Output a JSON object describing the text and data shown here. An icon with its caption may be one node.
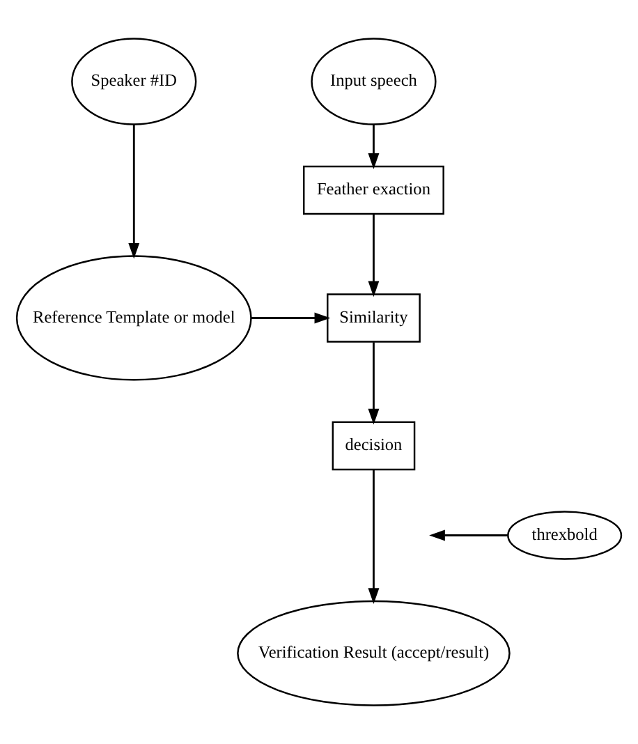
{
  "diagram": {
    "nodes": [
      {
        "text": [
          "Input speech"
        ]
      },
      {
        "text": [
          "Speaker #ID"
        ]
      },
      {
        "text": [
          "Feather exaction"
        ]
      },
      {
        "text": [
          "Reference Template or model"
        ]
      },
      {
        "text": [
          "Similarity"
        ]
      },
      {
        "text": [
          "decision"
        ]
      },
      {
        "text": [
          "threxbold"
        ]
      },
      {
        "text": [
          "Verification Result (accept/result)"
        ]
      }
    ],
    "edges": [
      {
        "from": 0,
        "to": 2,
        "arrow": "to"
      },
      {
        "from": 1,
        "to": 3,
        "arrow": "to"
      },
      {
        "from": 2,
        "to": 4,
        "arrow": "to"
      },
      {
        "from": 3,
        "to": 4,
        "arrow": "to"
      },
      {
        "from": 4,
        "to": 5,
        "arrow": "to"
      },
      {
        "from": 5,
        "to": 7,
        "arrow": "to"
      },
      {
        "from": 6,
        "to": null,
        "arrow": "to"
      }
    ]
  }
}
